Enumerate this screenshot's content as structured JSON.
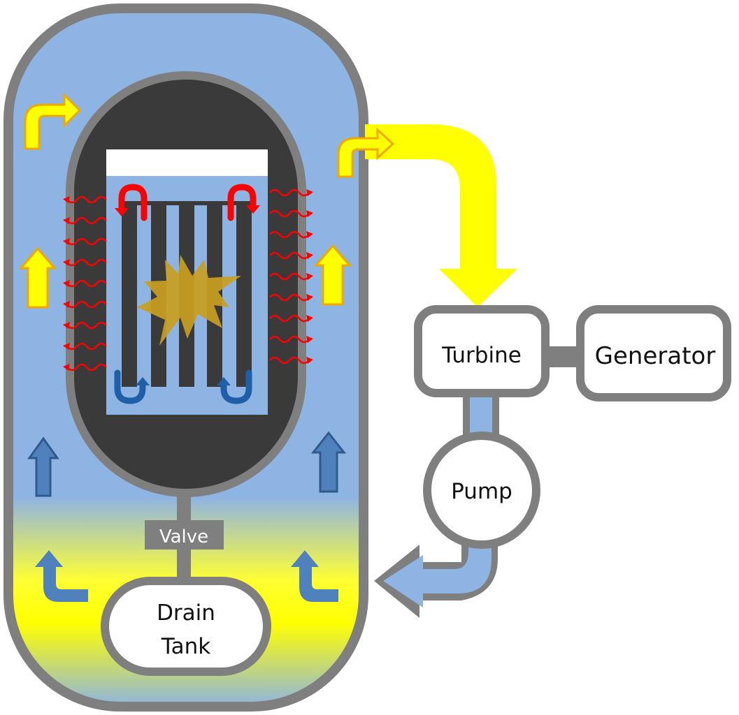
{
  "labels": {
    "turbine": "Turbine",
    "generator": "Generator",
    "pump": "Pump",
    "valve": "Valve",
    "drain_tank_line1": "Drain",
    "drain_tank_line2": "Tank"
  },
  "colors": {
    "outline": "#7f7f7f",
    "coolant_blue": "#8eb4e3",
    "steam_yellow": "#ffff00",
    "core_dark": "#3a3a3a",
    "heat_red": "#ff0000",
    "flow_arrow_blue": "#4f81bd",
    "hot_arrow_yellow": "#ffd500",
    "fuel_burst": "#c9a020"
  }
}
